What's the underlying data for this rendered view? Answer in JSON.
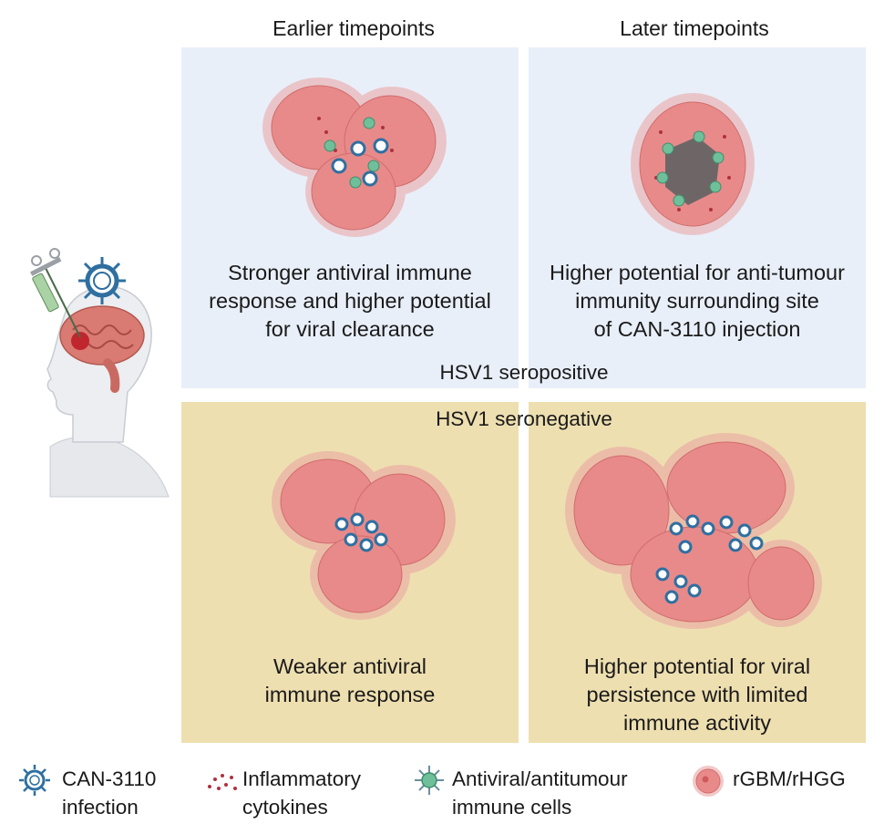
{
  "columns": {
    "earlier": "Earlier timepoints",
    "later": "Later timepoints"
  },
  "groups": {
    "seropositive": "HSV1 seropositive",
    "seronegative": "HSV1 seronegative"
  },
  "panels": {
    "pos_early": [
      "Stronger antiviral immune",
      "response and higher potential",
      "for viral clearance"
    ],
    "pos_late": [
      "Higher potential for anti-tumour",
      "immunity surrounding site",
      "of CAN-3110 injection"
    ],
    "neg_early": [
      "Weaker antiviral",
      "immune response"
    ],
    "neg_late": [
      "Higher potential for viral",
      "persistence with limited",
      "immune activity"
    ]
  },
  "legend": {
    "virus": [
      "CAN-3110",
      "infection"
    ],
    "cytokines": [
      "Inflammatory",
      "cytokines"
    ],
    "immune": [
      "Antiviral/antitumour",
      "immune cells"
    ],
    "tumour": [
      "rGBM/rHGG"
    ]
  },
  "colors": {
    "seropositive_bg": "#e9eff9",
    "seronegative_bg": "#eedfb0",
    "tumour": "#e88a8a",
    "virus": "#2f6fa0",
    "immune": "#6fbf9a",
    "cytokine": "#b03040"
  }
}
